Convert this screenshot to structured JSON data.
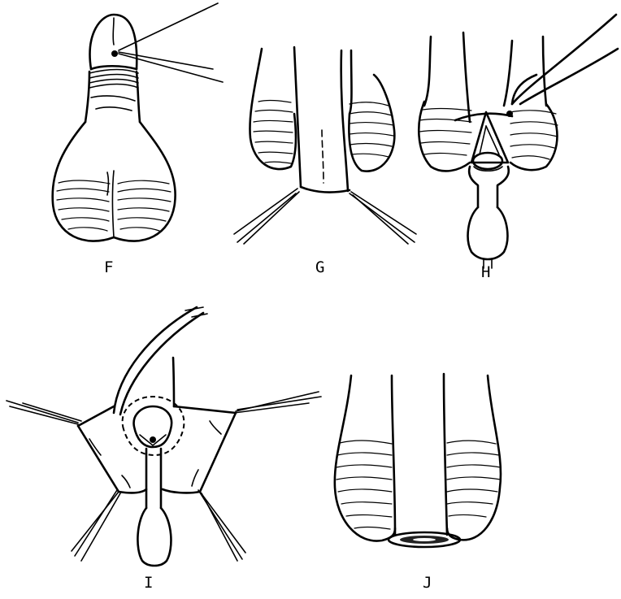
{
  "panels": [
    {
      "id": "F",
      "label": "F"
    },
    {
      "id": "G",
      "label": "G"
    },
    {
      "id": "H",
      "label": "H"
    },
    {
      "id": "I",
      "label": "I"
    },
    {
      "id": "J",
      "label": "J"
    }
  ]
}
